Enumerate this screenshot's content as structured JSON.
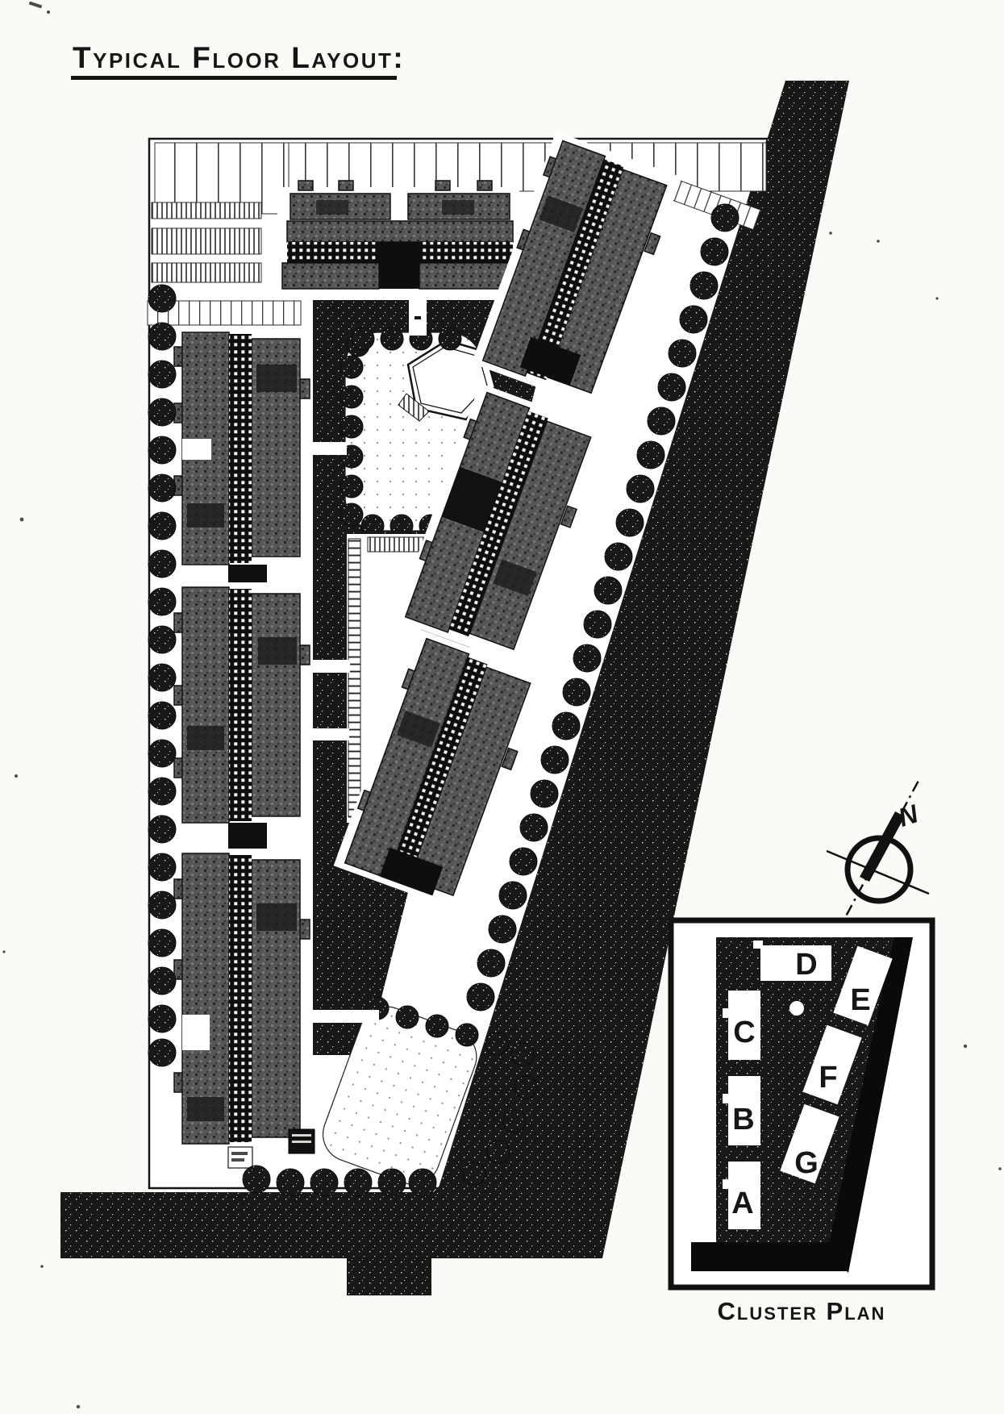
{
  "page": {
    "title": "Typical Floor Layout:"
  },
  "compass": {
    "north_label": "N"
  },
  "cluster_plan": {
    "caption": "Cluster Plan",
    "buildings": [
      {
        "label": "A"
      },
      {
        "label": "B"
      },
      {
        "label": "C"
      },
      {
        "label": "D"
      },
      {
        "label": "E"
      },
      {
        "label": "F"
      },
      {
        "label": "G"
      }
    ]
  },
  "colors": {
    "ink": "#161616",
    "paper": "#fbfaf7"
  }
}
